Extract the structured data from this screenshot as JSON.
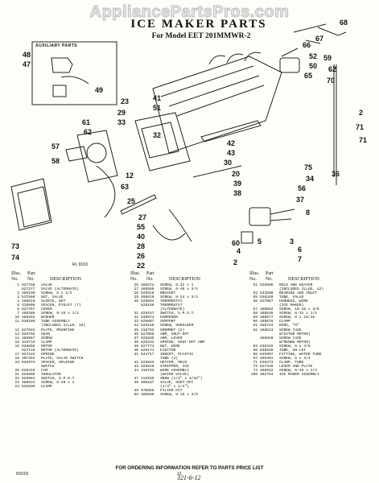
{
  "watermark": "AppliancePartsPros.com",
  "header": {
    "title": "ICE MAKER PARTS",
    "subtitle": "For Model EET 201MMWR-2",
    "aux_label": "AUXILIARY PARTS"
  },
  "diagram": {
    "callouts": [
      {
        "n": "68"
      },
      {
        "n": "67"
      },
      {
        "n": "66"
      },
      {
        "n": "52"
      },
      {
        "n": "50"
      },
      {
        "n": "65"
      },
      {
        "n": "59"
      },
      {
        "n": "62"
      },
      {
        "n": "70"
      },
      {
        "n": "71"
      },
      {
        "n": "48"
      },
      {
        "n": "47"
      },
      {
        "n": "49"
      },
      {
        "n": "2"
      },
      {
        "n": "71"
      },
      {
        "n": "41"
      },
      {
        "n": "51"
      },
      {
        "n": "23"
      },
      {
        "n": "29"
      },
      {
        "n": "33"
      },
      {
        "n": "61"
      },
      {
        "n": "62"
      },
      {
        "n": "57"
      },
      {
        "n": "58"
      },
      {
        "n": "12"
      },
      {
        "n": "63"
      },
      {
        "n": "32"
      },
      {
        "n": "42"
      },
      {
        "n": "43"
      },
      {
        "n": "30"
      },
      {
        "n": "20"
      },
      {
        "n": "39"
      },
      {
        "n": "38"
      },
      {
        "n": "75"
      },
      {
        "n": "34"
      },
      {
        "n": "56"
      },
      {
        "n": "37"
      },
      {
        "n": "8"
      },
      {
        "n": "25"
      },
      {
        "n": "27"
      },
      {
        "n": "55"
      },
      {
        "n": "40"
      },
      {
        "n": "73"
      },
      {
        "n": "74"
      },
      {
        "n": "28"
      },
      {
        "n": "26"
      },
      {
        "n": "22"
      },
      {
        "n": "60"
      },
      {
        "n": "4"
      },
      {
        "n": "2"
      },
      {
        "n": "5"
      },
      {
        "n": "3"
      },
      {
        "n": "6"
      },
      {
        "n": "7"
      },
      {
        "n": "36"
      }
    ],
    "figure_code": "RL 9103"
  },
  "parts_table": {
    "headings": {
      "illus": "Illus.",
      "part": "Part",
      "no": "No.",
      "no2": "No.",
      "description": "DESCRIPTION"
    },
    "columns": [
      [
        {
          "n": "1",
          "p": "627758",
          "d": "VALVE"
        },
        {
          "n": "",
          "p": "627277",
          "d": "VALVE (ALTERNATE)"
        },
        {
          "n": "2",
          "p": "486198",
          "d": "SCREW, 8 x 1/2"
        },
        {
          "n": "3",
          "p": "537568",
          "d": "NUT, VALVE"
        },
        {
          "n": "4",
          "p": "486810",
          "d": "SLEEVE, NUT"
        },
        {
          "n": "5",
          "p": "310906",
          "d": "SPACER, EYELET (7)"
        },
        {
          "n": "6",
          "p": "627767",
          "d": "COVER"
        },
        {
          "n": "7",
          "p": "488486",
          "d": "SCREW, 8-18 x 1/2"
        },
        {
          "n": "10",
          "p": "486282",
          "d": "WASHER"
        },
        {
          "n": "11",
          "p": "836286",
          "d": "TUBE ASSEMBLY"
        },
        {
          "n": "",
          "p": "",
          "d": "(INCLUDES ILLUS. 10)"
        },
        {
          "n": "12",
          "p": "627022",
          "d": "PLATE, MOUNTING"
        },
        {
          "n": "13",
          "p": "629704",
          "d": "GEAR"
        },
        {
          "n": "14",
          "p": "488967",
          "d": "SCREW"
        },
        {
          "n": "15",
          "p": "316734",
          "d": "CLAMP"
        },
        {
          "n": "16",
          "p": "625856",
          "d": "MOTOR"
        },
        {
          "n": "",
          "p": "627118",
          "d": "MOTOR (ALTERNATE)"
        },
        {
          "n": "17",
          "p": "627183",
          "d": "SPRING"
        },
        {
          "n": "18",
          "p": "307454",
          "d": "PLATE, VALVE SWITCH"
        },
        {
          "n": "19",
          "p": "625974",
          "d": "SPACER, HOLDING"
        },
        {
          "n": "",
          "p": "",
          "d": "SWITCH"
        },
        {
          "n": "20",
          "p": "626419",
          "d": "CAM"
        },
        {
          "n": "21",
          "p": "625685",
          "d": "INSULATOR"
        },
        {
          "n": "22",
          "p": "625984",
          "d": "SWITCH, S.P.D.T."
        },
        {
          "n": "23",
          "p": "488631",
          "d": "SCREW, 6-40 x 1"
        },
        {
          "n": "24",
          "p": "625839",
          "d": "CLAMP"
        }
      ],
      [
        {
          "n": "25",
          "p": "488572",
          "d": "SCREW, 8-32 x 1"
        },
        {
          "n": "27",
          "p": "488560",
          "d": "SCREW, 6-40 x 3/4"
        },
        {
          "n": "28",
          "p": "625916",
          "d": "BRACKET"
        },
        {
          "n": "29",
          "p": "488610",
          "d": "SCREW, 6-24 x 3/4"
        },
        {
          "n": "30",
          "p": "625884",
          "d": "THERMOSTAT"
        },
        {
          "n": "",
          "p": "628196",
          "d": "THERMOSTAT"
        },
        {
          "n": "",
          "p": "",
          "d": "(ALTERNATE)"
        },
        {
          "n": "31",
          "p": "629157",
          "d": "SWITCH, S.P.S.T."
        },
        {
          "n": "32",
          "p": "536074",
          "d": "DAMPENER"
        },
        {
          "n": "33",
          "p": "628887",
          "d": "SUPPORT"
        },
        {
          "n": "34",
          "p": "629155",
          "d": "SCREW, SHOULDER"
        },
        {
          "n": "35",
          "p": "316752",
          "d": "GROMMET (2)"
        },
        {
          "n": "36",
          "p": "627086",
          "d": "ARM, SHUT-OFF"
        },
        {
          "n": "37",
          "p": "625835",
          "d": "ARM, LEVER"
        },
        {
          "n": "38",
          "p": "626332",
          "d": "SPRING, SHUT-OFF ARM"
        },
        {
          "n": "39",
          "p": "627774",
          "d": "NUT, WIRE"
        },
        {
          "n": "40",
          "p": "625171",
          "d": "EJECTOR"
        },
        {
          "n": "41",
          "p": "644717",
          "d": "INSERT, PLASTIC"
        },
        {
          "n": "",
          "p": "",
          "d": "TUBE (2)"
        },
        {
          "n": "42",
          "p": "625843",
          "d": "HEATER, MOLD"
        },
        {
          "n": "43",
          "p": "625848",
          "d": "STRIPPER, ICE"
        },
        {
          "n": "44",
          "p": "316734",
          "d": "WIRE ASSEMBLY"
        },
        {
          "n": "",
          "p": "",
          "d": "(WATER VALVE)"
        },
        {
          "n": "47",
          "p": "312935",
          "d": "ZBOW (1/4\" x 3/16\")"
        },
        {
          "n": "48",
          "p": "606187",
          "d": "VALVE, SHUT-OFF"
        },
        {
          "n": "",
          "p": "",
          "d": "(1/4\" x 1/4\")"
        },
        {
          "n": "49",
          "p": "978658",
          "d": "FILTER KIT"
        },
        {
          "n": "50",
          "p": "488699",
          "d": "SCREW, 8-16 x 3/8"
        }
      ],
      [
        {
          "n": "51",
          "p": "625606",
          "d": "MOLD AND HEATER"
        },
        {
          "n": "",
          "p": "",
          "d": "(INCLUDES ILLUS. 42)"
        },
        {
          "n": "52",
          "p": "543508",
          "d": "BEARING AND INLET"
        },
        {
          "n": "55",
          "p": "836349",
          "d": "TUBE, VALVE"
        },
        {
          "n": "56",
          "p": "627087",
          "d": "HARNESS, WIRE"
        },
        {
          "n": "",
          "p": "",
          "d": "(ICE MAKER)"
        },
        {
          "n": "57",
          "p": "488652",
          "d": "SCREW, 10-16 x 3/8"
        },
        {
          "n": "58",
          "p": "488549",
          "d": "SCREW, 8-32 x 1/4"
        },
        {
          "n": "59",
          "p": "488577",
          "d": "SCREW, 8 x 15/16"
        },
        {
          "n": "60",
          "p": "488878",
          "d": "CLAMP"
        },
        {
          "n": "61",
          "p": "488734",
          "d": "RING, \"O\""
        },
        {
          "n": "62",
          "p": "488623",
          "d": "SCREW (USE"
        },
        {
          "n": "",
          "p": "",
          "d": "W/GATOR MOTOR)"
        },
        {
          "n": "",
          "p": "488560",
          "d": "SCREW (USE"
        },
        {
          "n": "",
          "p": "",
          "d": "W/RENEW MOTOR)"
        },
        {
          "n": "63",
          "p": "640415",
          "d": "SCREW, 8 x 3/8"
        },
        {
          "n": "65",
          "p": "836939",
          "d": "TUBE, IN-LET"
        },
        {
          "n": "66",
          "p": "545907",
          "d": "FITTING, WATER TUBE"
        },
        {
          "n": "67",
          "p": "486401",
          "d": "SCREW, 8 x 3/4"
        },
        {
          "n": "71",
          "p": "636473",
          "d": "CLAMP, TUBE"
        },
        {
          "n": "73",
          "p": "627348",
          "d": "LEVER AND PLATE"
        },
        {
          "n": "74",
          "p": "488622",
          "d": "SCREW, 6-40 x 1/4"
        },
        {
          "n": "100",
          "p": "482794",
          "d": "ICE MAKER ASSEMBLY"
        }
      ]
    ]
  },
  "footer": {
    "note": "FOR ORDERING INFORMATION REFER TO PARTS PRICE LIST",
    "code_left": "6/9103",
    "page_number": "12",
    "handwritten": "321-6-12"
  }
}
